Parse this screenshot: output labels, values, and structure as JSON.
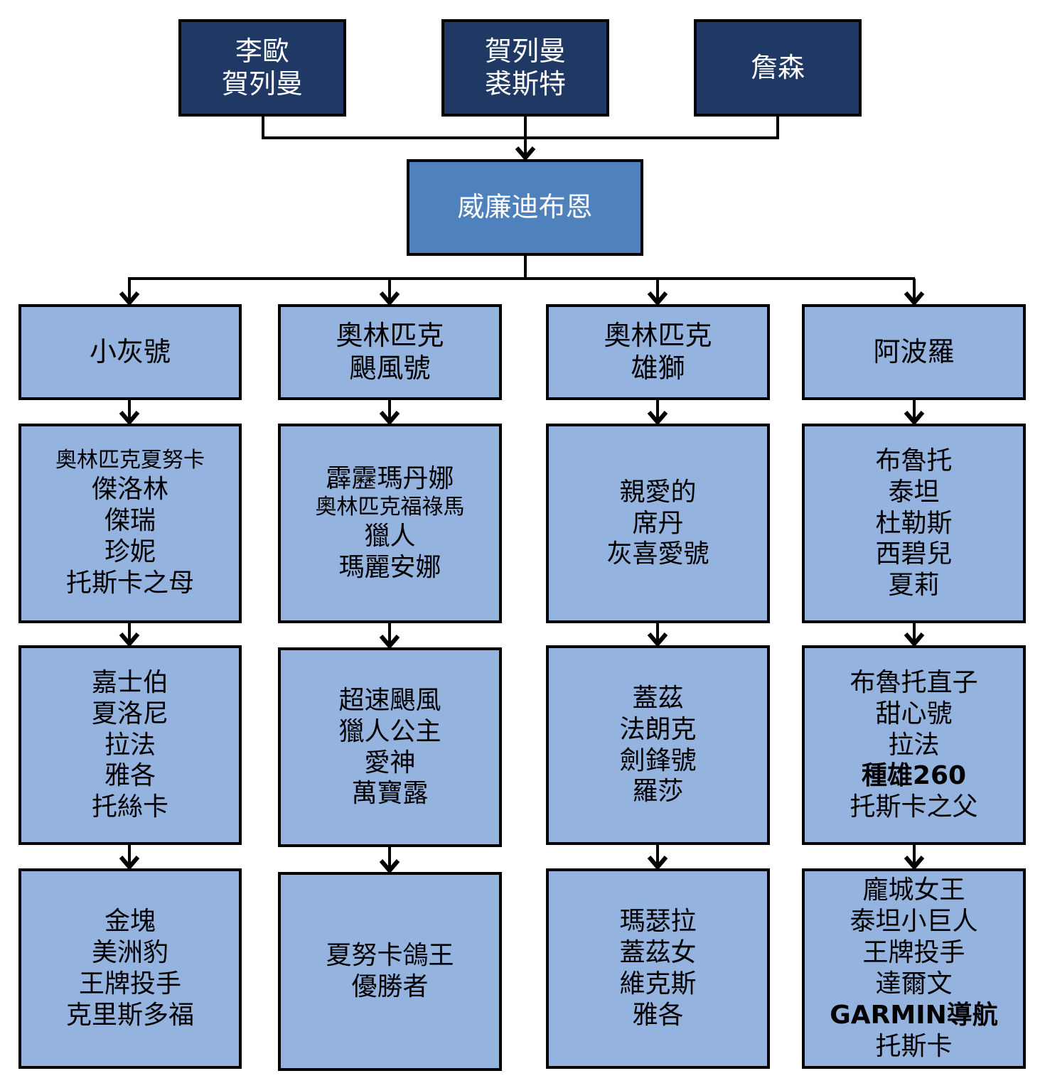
{
  "colors": {
    "dark": "#1f3864",
    "mid": "#4f81bd",
    "light": "#95b3df",
    "line": "#000000"
  },
  "top": [
    {
      "id": "t1",
      "lines": [
        "李歐",
        "賀列曼"
      ]
    },
    {
      "id": "t2",
      "lines": [
        "賀列曼",
        "裘斯特"
      ]
    },
    {
      "id": "t3",
      "lines": [
        "詹森"
      ]
    }
  ],
  "center": {
    "lines": [
      "威廉迪布恩"
    ]
  },
  "columns": [
    {
      "header": [
        "小灰號"
      ],
      "groups": [
        [
          "奧林匹克夏努卡",
          "傑洛林",
          "傑瑞",
          "珍妮",
          "托斯卡之母"
        ],
        [
          "嘉士伯",
          "夏洛尼",
          "拉法",
          "雅各",
          "托絲卡"
        ],
        [
          "金塊",
          "美洲豹",
          "王牌投手",
          "克里斯多福"
        ]
      ]
    },
    {
      "header": [
        "奧林匹克",
        "颶風號"
      ],
      "groups": [
        [
          "霹靂瑪丹娜",
          "奧林匹克福祿馬",
          "獵人",
          "瑪麗安娜"
        ],
        [
          "超速颶風",
          "獵人公主",
          "愛神",
          "萬寶露"
        ],
        [
          "夏努卡鴿王",
          "優勝者"
        ]
      ]
    },
    {
      "header": [
        "奧林匹克",
        "雄獅"
      ],
      "groups": [
        [
          "親愛的",
          "席丹",
          "灰喜愛號"
        ],
        [
          "蓋茲",
          "法朗克",
          "劍鋒號",
          "羅莎"
        ],
        [
          "瑪瑟拉",
          "蓋茲女",
          "維克斯",
          "雅各"
        ]
      ]
    },
    {
      "header": [
        "阿波羅"
      ],
      "groups": [
        [
          "布魯托",
          "泰坦",
          "杜勒斯",
          "西碧兒",
          "夏莉"
        ],
        [
          "布魯托直子",
          "甜心號",
          "拉法",
          "種雄260",
          "托斯卡之父"
        ],
        [
          "龐城女王",
          "泰坦小巨人",
          "王牌投手",
          "達爾文",
          "GARMIN導航",
          "托斯卡"
        ]
      ]
    }
  ]
}
